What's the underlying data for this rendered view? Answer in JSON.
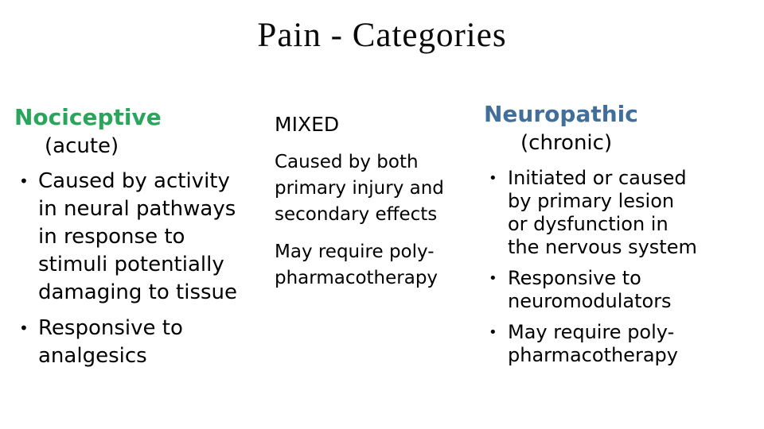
{
  "slide": {
    "title": "Pain - Categories",
    "bullet_glyph": "•",
    "colors": {
      "nociceptive_heading_green": "#2ba55c",
      "neuropathic_heading_blue": "#426f9a",
      "body_text": "#000000",
      "background": "#ffffff"
    },
    "columns": [
      {
        "heading": "Nociceptive",
        "subheading": "(acute)",
        "bullets": [
          "Caused by activity\nin neural pathways\nin response to\nstimuli potentially\ndamaging to tissue",
          "Responsive to\nanalgesics"
        ]
      },
      {
        "heading": "MIXED",
        "paragraphs": [
          "Caused by both\nprimary injury and\nsecondary effects",
          "May require poly-\npharmacotherapy"
        ]
      },
      {
        "heading": "Neuropathic",
        "subheading": "(chronic)",
        "bullets": [
          "Initiated or caused\nby primary lesion\nor dysfunction in\nthe nervous system",
          "Responsive to\nneuromodulators",
          "May require poly-\npharmacotherapy"
        ]
      }
    ]
  }
}
